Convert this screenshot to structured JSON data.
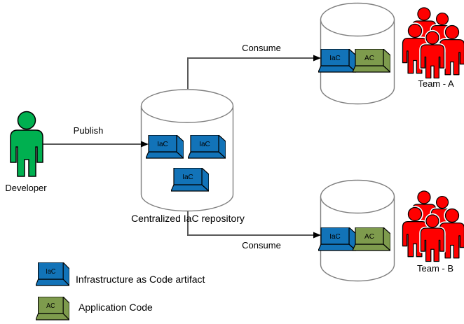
{
  "diagram": {
    "developer": {
      "label": "Developer"
    },
    "publish": {
      "label": "Publish"
    },
    "repo": {
      "label": "Centralized IaC repository",
      "artifacts": [
        "IaC",
        "IaC",
        "IaC"
      ]
    },
    "consume_top": {
      "label": "Consume"
    },
    "consume_bottom": {
      "label": "Consume"
    },
    "team_a": {
      "label": "Team - A",
      "artifacts": {
        "iac": "IaC",
        "ac": "AC"
      }
    },
    "team_b": {
      "label": "Team - B",
      "artifacts": {
        "iac": "IaC",
        "ac": "AC"
      }
    },
    "legend": {
      "items": [
        {
          "box": "IaC",
          "text": "Infrastructure as Code artifact"
        },
        {
          "box": "AC",
          "text": "Application Code"
        }
      ]
    }
  },
  "colors": {
    "iac_blue": "#1273B8",
    "ac_green": "#7E9B4D",
    "developer_green": "#00B050",
    "team_red": "#FF0000",
    "connector_gray": "#595959",
    "cylinder_stroke": "#7F7F7F"
  }
}
